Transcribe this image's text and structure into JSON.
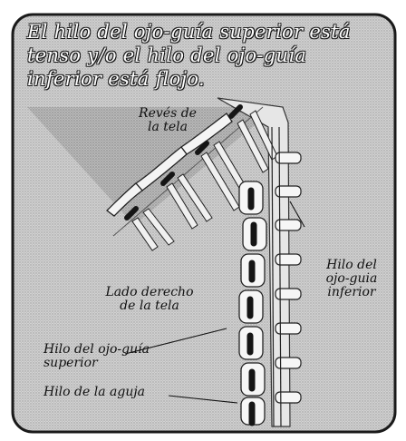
{
  "heading": {
    "lines": [
      "El hilo del ojo-guía superior está",
      "tenso y/o el hilo del ojo-guía",
      "inferior está flojo."
    ]
  },
  "labels": {
    "reves": [
      "Revés de",
      "la tela"
    ],
    "lado_derecho": [
      "Lado derecho",
      "de la tela"
    ],
    "hilo_superior": [
      "Hilo del ojo-guía",
      "superior"
    ],
    "hilo_aguja": "Hilo de la aguja",
    "hilo_inferior": [
      "Hilo del",
      "ojo-guia",
      "inferior"
    ]
  },
  "colors": {
    "frame": "#1a1a1a",
    "fabric_shade": "#c4c4c4",
    "thread_black": "#151515",
    "thread_white": "#f4f4f4"
  }
}
